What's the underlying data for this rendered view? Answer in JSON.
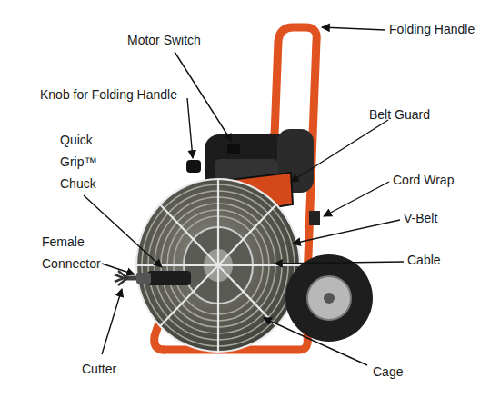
{
  "diagram": {
    "labels": [
      "Motor Switch",
      "Folding Handle",
      "Knob for Folding Handle",
      "Belt Guard",
      "Quick Grip™ Chuck",
      "Cord Wrap",
      "V-Belt",
      "Female Connector",
      "Cable",
      "Cutter",
      "Cage"
    ]
  }
}
